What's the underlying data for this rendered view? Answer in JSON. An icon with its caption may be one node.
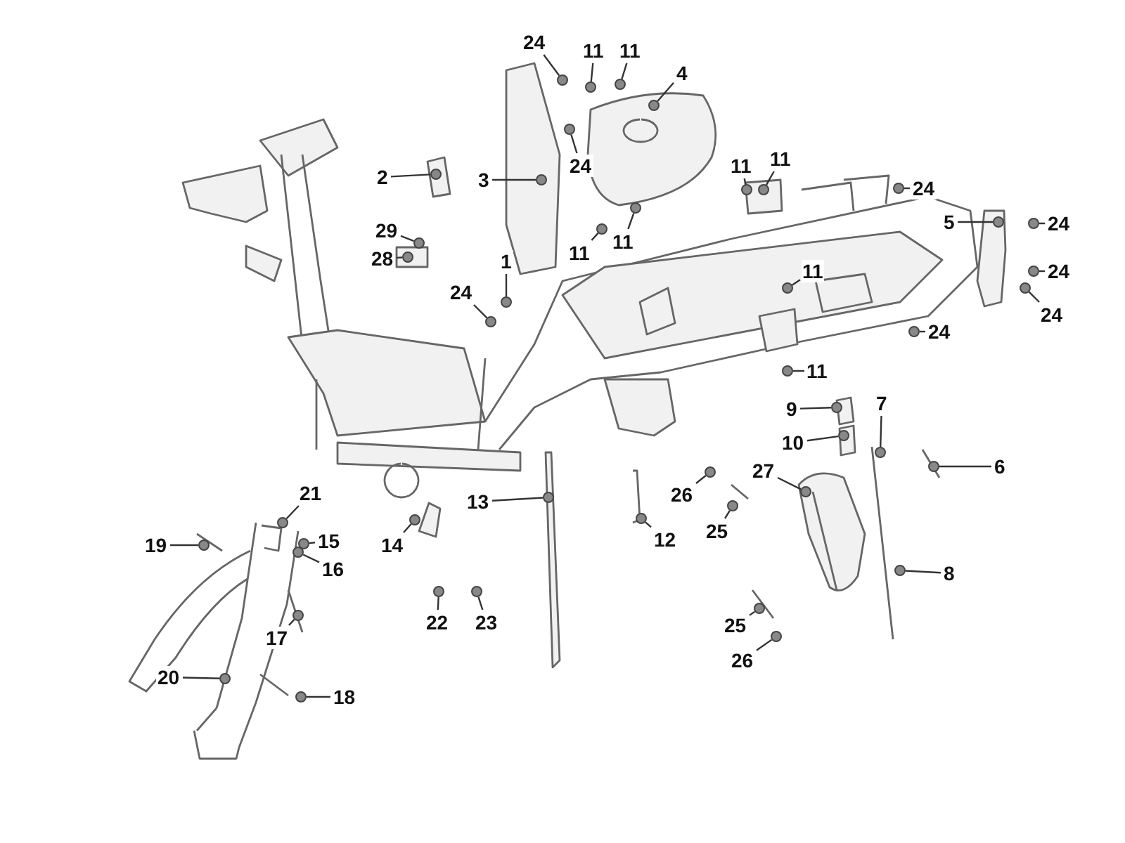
{
  "diagram": {
    "nodes": [
      {
        "text": [
          "24"
        ]
      },
      {
        "text": [
          "11"
        ]
      },
      {
        "text": [
          "11"
        ]
      },
      {
        "text": [
          "4"
        ]
      },
      {
        "text": [
          "2"
        ]
      },
      {
        "text": [
          "3"
        ]
      },
      {
        "text": [
          "24"
        ]
      },
      {
        "text": [
          "11"
        ]
      },
      {
        "text": [
          "11"
        ]
      },
      {
        "text": [
          "24"
        ]
      },
      {
        "text": [
          "5"
        ]
      },
      {
        "text": [
          "24"
        ]
      },
      {
        "text": [
          "29"
        ]
      },
      {
        "text": [
          "11"
        ]
      },
      {
        "text": [
          "28"
        ]
      },
      {
        "text": [
          "11"
        ]
      },
      {
        "text": [
          "1"
        ]
      },
      {
        "text": [
          "11"
        ]
      },
      {
        "text": [
          "24"
        ]
      },
      {
        "text": [
          "24"
        ]
      },
      {
        "text": [
          "24"
        ]
      },
      {
        "text": [
          "24"
        ]
      },
      {
        "text": [
          "11"
        ]
      },
      {
        "text": [
          "9"
        ]
      },
      {
        "text": [
          "7"
        ]
      },
      {
        "text": [
          "10"
        ]
      },
      {
        "text": [
          "6"
        ]
      },
      {
        "text": [
          "26"
        ]
      },
      {
        "text": [
          "27"
        ]
      },
      {
        "text": [
          "13"
        ]
      },
      {
        "text": [
          "21"
        ]
      },
      {
        "text": [
          "19"
        ]
      },
      {
        "text": [
          "15"
        ]
      },
      {
        "text": [
          "14"
        ]
      },
      {
        "text": [
          "12"
        ]
      },
      {
        "text": [
          "25"
        ]
      },
      {
        "text": [
          "16"
        ]
      },
      {
        "text": [
          "8"
        ]
      },
      {
        "text": [
          "22"
        ]
      },
      {
        "text": [
          "23"
        ]
      },
      {
        "text": [
          "25"
        ]
      },
      {
        "text": [
          "17"
        ]
      },
      {
        "text": [
          "26"
        ]
      },
      {
        "text": [
          "20"
        ]
      },
      {
        "text": [
          "18"
        ]
      },
      {
        "text": [],
        "shape": "circle"
      },
      {
        "text": [],
        "shape": "circle"
      },
      {
        "text": [],
        "shape": "circle"
      },
      {
        "text": [],
        "shape": "circle"
      },
      {
        "text": [],
        "shape": "circle"
      },
      {
        "text": [],
        "shape": "circle"
      },
      {
        "text": [],
        "shape": "circle"
      },
      {
        "text": [],
        "shape": "circle"
      },
      {
        "text": [],
        "shape": "circle"
      },
      {
        "text": [],
        "shape": "circle"
      },
      {
        "text": [],
        "shape": "circle"
      },
      {
        "text": [],
        "shape": "circle"
      },
      {
        "text": [],
        "shape": "circle"
      },
      {
        "text": [],
        "shape": "circle"
      },
      {
        "text": [],
        "shape": "circle"
      },
      {
        "text": [],
        "shape": "circle"
      },
      {
        "text": [],
        "shape": "circle"
      },
      {
        "text": [],
        "shape": "circle"
      },
      {
        "text": [],
        "shape": "circle"
      },
      {
        "text": [],
        "shape": "circle"
      },
      {
        "text": [],
        "shape": "circle"
      },
      {
        "text": [],
        "shape": "circle"
      },
      {
        "text": [],
        "shape": "circle"
      },
      {
        "text": [],
        "shape": "circle"
      },
      {
        "text": [],
        "shape": "circle"
      },
      {
        "text": [],
        "shape": "circle"
      },
      {
        "text": [],
        "shape": "circle"
      },
      {
        "text": [],
        "shape": "circle"
      },
      {
        "text": [],
        "shape": "circle"
      },
      {
        "text": [],
        "shape": "circle"
      },
      {
        "text": [],
        "shape": "circle"
      },
      {
        "text": [],
        "shape": "circle"
      },
      {
        "text": [],
        "shape": "circle"
      },
      {
        "text": [],
        "shape": "circle"
      },
      {
        "text": [],
        "shape": "circle"
      },
      {
        "text": [],
        "shape": "circle"
      },
      {
        "text": [],
        "shape": "circle"
      },
      {
        "text": [],
        "shape": "circle"
      },
      {
        "text": [],
        "shape": "circle"
      },
      {
        "text": [],
        "shape": "circle"
      },
      {
        "text": [],
        "shape": "circle"
      },
      {
        "text": [],
        "shape": "circle"
      },
      {
        "text": [],
        "shape": "circle"
      },
      {
        "text": [],
        "shape": "circle"
      },
      {
        "text": [],
        "shape": "circle"
      }
    ],
    "edges": [
      {
        "from": 0,
        "to": 45,
        "arrow": "none"
      },
      {
        "from": 1,
        "to": 46,
        "arrow": "none"
      },
      {
        "from": 2,
        "to": 47,
        "arrow": "none"
      },
      {
        "from": 3,
        "to": 48,
        "arrow": "none"
      },
      {
        "from": 4,
        "to": 49,
        "arrow": "none"
      },
      {
        "from": 5,
        "to": 50,
        "arrow": "none"
      },
      {
        "from": 6,
        "to": 51,
        "arrow": "none"
      },
      {
        "from": 7,
        "to": 52,
        "arrow": "none"
      },
      {
        "from": 8,
        "to": 53,
        "arrow": "none"
      },
      {
        "from": 9,
        "to": 54,
        "arrow": "none"
      },
      {
        "from": 10,
        "to": 55,
        "arrow": "none"
      },
      {
        "from": 11,
        "to": 56,
        "arrow": "none"
      },
      {
        "from": 12,
        "to": 57,
        "arrow": "none"
      },
      {
        "from": 13,
        "to": 58,
        "arrow": "none"
      },
      {
        "from": 14,
        "to": 59,
        "arrow": "none"
      },
      {
        "from": 15,
        "to": 60,
        "arrow": "none"
      },
      {
        "from": 16,
        "to": 61,
        "arrow": "none"
      },
      {
        "from": 17,
        "to": 62,
        "arrow": "none"
      },
      {
        "from": 18,
        "to": 63,
        "arrow": "none"
      },
      {
        "from": 19,
        "to": 64,
        "arrow": "none"
      },
      {
        "from": 20,
        "to": 65,
        "arrow": "none"
      },
      {
        "from": 21,
        "to": 66,
        "arrow": "none"
      },
      {
        "from": 22,
        "to": 67,
        "arrow": "none"
      },
      {
        "from": 23,
        "to": 68,
        "arrow": "none"
      },
      {
        "from": 24,
        "to": 69,
        "arrow": "none"
      },
      {
        "from": 25,
        "to": 70,
        "arrow": "none"
      },
      {
        "from": 26,
        "to": 71,
        "arrow": "none"
      },
      {
        "from": 27,
        "to": 72,
        "arrow": "none"
      },
      {
        "from": 28,
        "to": 73,
        "arrow": "none"
      },
      {
        "from": 29,
        "to": 74,
        "arrow": "none"
      },
      {
        "from": 30,
        "to": 75,
        "arrow": "none"
      },
      {
        "from": 31,
        "to": 76,
        "arrow": "none"
      },
      {
        "from": 32,
        "to": 77,
        "arrow": "none"
      },
      {
        "from": 33,
        "to": 78,
        "arrow": "none"
      },
      {
        "from": 34,
        "to": 79,
        "arrow": "none"
      },
      {
        "from": 35,
        "to": 80,
        "arrow": "none"
      },
      {
        "from": 36,
        "to": 81,
        "arrow": "none"
      },
      {
        "from": 37,
        "to": 82,
        "arrow": "none"
      },
      {
        "from": 38,
        "to": 83,
        "arrow": "none"
      },
      {
        "from": 39,
        "to": 84,
        "arrow": "none"
      },
      {
        "from": 40,
        "to": 85,
        "arrow": "none"
      },
      {
        "from": 41,
        "to": 86,
        "arrow": "none"
      },
      {
        "from": 42,
        "to": 87,
        "arrow": "none"
      },
      {
        "from": 43,
        "to": 88,
        "arrow": "none"
      },
      {
        "from": 44,
        "to": 89,
        "arrow": "none"
      }
    ]
  }
}
